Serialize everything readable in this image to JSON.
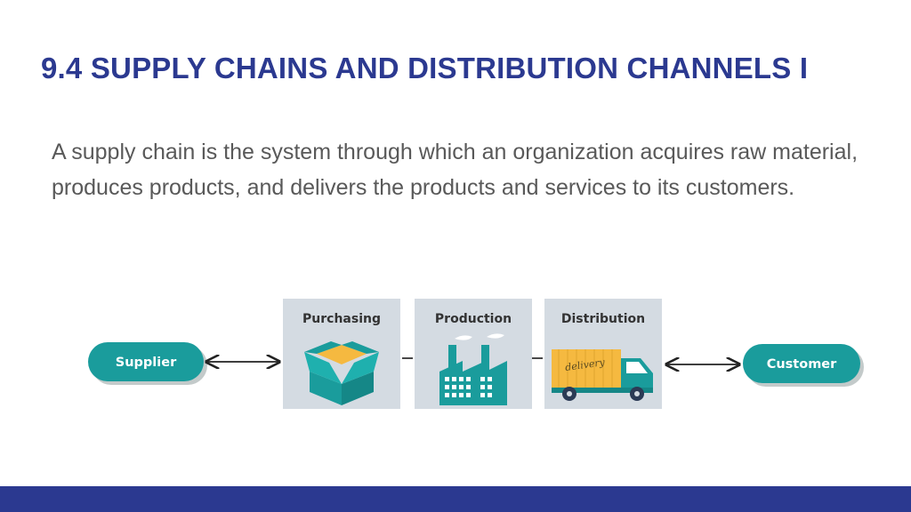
{
  "slide": {
    "title": "9.4 SUPPLY CHAINS AND DISTRIBUTION CHANNELS I",
    "body": "A supply chain is the system through which an organization acquires raw material, produces products, and delivers the products and services to its customers."
  },
  "diagram": {
    "supplier_label": "Supplier",
    "customer_label": "Customer",
    "stages": [
      {
        "label": "Purchasing",
        "icon": "open-box-icon"
      },
      {
        "label": "Production",
        "icon": "factory-icon"
      },
      {
        "label": "Distribution",
        "icon": "delivery-truck-icon"
      }
    ],
    "truck_text": "delivery"
  },
  "colors": {
    "title": "#2b3990",
    "body_text": "#595959",
    "teal": "#1a9c9c",
    "stage_panel": "#d4dbe2",
    "box_orange": "#f5b940",
    "footer": "#2b3990"
  }
}
